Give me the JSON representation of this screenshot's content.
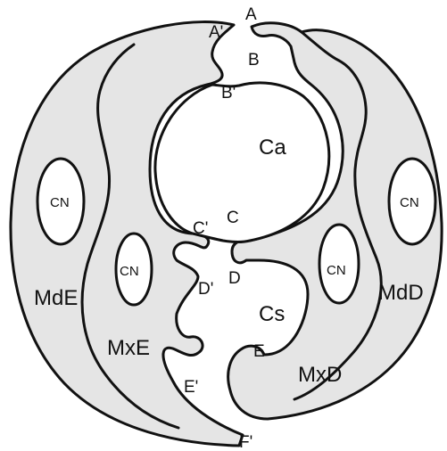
{
  "regions": {
    "mde": "MdE",
    "mxe": "MxE",
    "mdd": "MdD",
    "mxd": "MxD",
    "ca": "Ca",
    "cs": "Cs"
  },
  "nerve_label": "CN",
  "points": {
    "a": "A",
    "a_prime": "A'",
    "b": "B",
    "b_prime": "B'",
    "c": "C",
    "c_prime": "C'",
    "d": "D",
    "d_prime": "D'",
    "e": "E",
    "e_prime": "E'",
    "f_prime": "F'"
  },
  "colors": {
    "fill": "#e5e5e5",
    "stroke": "#111111",
    "canal": "#ffffff"
  }
}
